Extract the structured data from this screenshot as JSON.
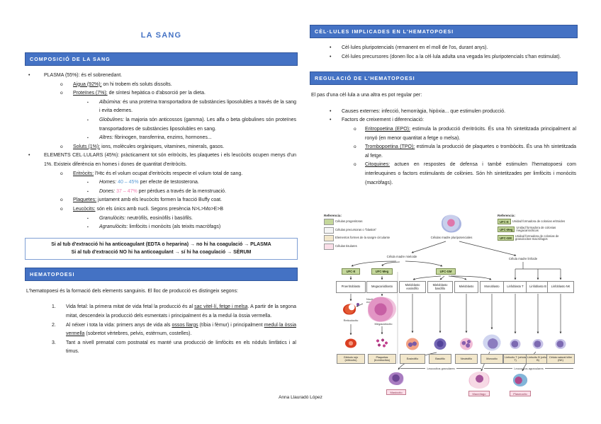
{
  "title": "LA SANG",
  "footer": "Anna Llauradó López",
  "colors": {
    "accent": "#4472c4",
    "homes_value": "#5b9bd5",
    "dones_value": "#ef7caf"
  },
  "left": {
    "h1": "COMPOSICIÓ DE LA SANG",
    "plasma": {
      "text": "PLASMA (55%): és el sobrenedant."
    },
    "aigua": {
      "lead": "Aigua (92%):",
      "rest": " on hi trobem els soluts dissolts."
    },
    "proteines": {
      "lead": "Proteïnes (7%):",
      "rest": " de síntesi hepàtica o d'absorció per la dieta."
    },
    "albumina": {
      "lead": "Albúmina:",
      "rest": " és una proteïna transportadora de substàncies liposolubles a través de la sang i evita edemes."
    },
    "globulines": {
      "lead": "Globulines:",
      "rest": " la majoria són anticossos (gamma). Les alfa o beta globulines són proteïnes transportadores de substàncies liposolubles en sang."
    },
    "altres": {
      "lead": "Altres:",
      "rest": " fibrinogen, transferrina, enzims, hormones..."
    },
    "soluts": {
      "lead": "Soluts (1%):",
      "rest": " ions, molècules orgàniques, vitamines, minerals, gasos."
    },
    "elements": {
      "text": "ELEMENTS CEL·LULARS (45%): pràcticament tot són eritròcits, les plaquetes i els leucòcits ocupen menys d'un 1%. Existeix diferència en homes i dones de quantitat d'eritròcits."
    },
    "eritrocits": {
      "lead": "Eritròcits:",
      "rest": " l'Htc és el volum ocupat d'eritròcits respecte el volum total de sang."
    },
    "homes": {
      "lead": "Homes:",
      "value": " 40 – 45%",
      "rest": " per efecte de testosterona."
    },
    "dones": {
      "lead": "Dones:",
      "value": " 37 – 47%",
      "rest": " per pèrdues a través de la menstruació."
    },
    "plaquetes": {
      "lead": "Plaquetes:",
      "rest": " juntament amb els leucòcits formen la fracció Buffy coat."
    },
    "leucocits": {
      "lead": "Leucòcits:",
      "rest": " són els únics amb nucli. Segons presència N>L>Mo>E>B"
    },
    "granulocits": {
      "lead": "Granulòcits:",
      "rest": " neutròfils, eosinòfils i basòfils."
    },
    "agranulocits": {
      "lead": "Agranulòcits:",
      "rest": " limfòcits i monòcits (als teixits macròfags)"
    },
    "note1": "Si al tub d'extracció hi ha anticoagulant (EDTA o heparina) → no hi ha coagulació → PLASMA",
    "note2": "Si al tub d'extracció NO hi ha anticoagulant → sí hi ha coagulació → SÈRUM",
    "h2": "HEMATOPOESI",
    "hema_intro": "L'hematopoesi és la formació dels elements sanguinis. El lloc de producció es distingeix segons:",
    "hema1": {
      "pre": "Vida fetal: la primera mitat de vida fetal la producció és al ",
      "u1": "sac vitel·lí, fetge i melsa",
      "post": ". A partir de la segona mitat, descendeix la producció dels esmentats i principalment és a la medul·la òssia vermella."
    },
    "hema2": {
      "pre": "Al néixer i tota la vida: primers anys de vida als ",
      "u1": "ossos llargs",
      "mid": " (tíbia i fèmur) i principalment ",
      "u2": "medul·la òssia vermella",
      "post": " (sobretot vèrtebres, pelvis, estèrnum, costelles)."
    },
    "hema3": {
      "pre": "Tant a nivell prenatal com postnatal es manté una producció de limfòcits en els nòduls limfàtics i al timus."
    }
  },
  "right": {
    "h1": "CÈL·LULES IMPLICADES EN L'HEMATOPOESI",
    "b1": "Cèl·lules pluripotencials (remanent en el moll de l'os, durant anys).",
    "b2": "Cèl·lules precursores (donen lloc a la cèl·lula adulta una vegada les pluripotencials s'han estimulat).",
    "h2": "REGULACIÓ DE L'HEMATOPOESI",
    "intro": "El pas d'una cèl·lula a una altra es pot regular per:",
    "causes": "Causes externes: infecció, hemorràgia, hipòxia... que estimulen producció.",
    "factors": "Factors de creixement i diferenciació:",
    "epo": {
      "lead": "Eritropoetina (EPO):",
      "rest": " estimula la producció d'eritròcits. És una hh sintetitzada principalment al ronyó (en menor quantitat a fetge o melsa)."
    },
    "tpo": {
      "lead": "Trombopoetina (TPO):",
      "rest": " estimula la producció de plaquetes o trombòcits. És una hh sintetitzada al fetge."
    },
    "cito": {
      "lead": "Citoquines:",
      "rest": " actuen en respostes de defensa i també estimulen l'hematopoesi com interleuquines o factors estimulants de colònies. Són hh sintetitzades per limfòcits i monòcits (macròfags)."
    }
  },
  "diagram": {
    "legend_left_title": "Referencia:",
    "legend_left": [
      {
        "label": "Células progenitoras",
        "color": "#c4d79b"
      },
      {
        "label": "Células precursoras o \"blastos\"",
        "color": "#f5f5f5"
      },
      {
        "label": "Elementos formes de la sangre circulante",
        "color": "#f2e7cb"
      },
      {
        "label": "Células tisulares",
        "color": "#fbdfe9"
      }
    ],
    "legend_right_title": "Referencia:",
    "legend_right": [
      {
        "chip": "UFC-E",
        "label": "Unidad formadora de colonias eritroides"
      },
      {
        "chip": "UFC-Meg",
        "label": "Unidad formadora de colonias megacariocíticas"
      },
      {
        "chip": "UFC-GM",
        "label": "Unidad formadora de colonias de granulocitos-macrófagos"
      }
    ],
    "root": "Células madre pluripotenciales",
    "mieloide": "Célula madre mieloide",
    "linfoide": "Célula madre linfoide",
    "ufc": [
      "UFC-E",
      "UFC-Meg",
      "UFC-GM"
    ],
    "blasts": [
      "Proeritroblasto",
      "Megacarioblasto",
      "Mieloblasto eosinófilo",
      "Mieloblasto basófilo",
      "Mieloblasto",
      "Monoblasto",
      "Linfoblasto T",
      "Linfoblasto B",
      "Linfoblasto NK"
    ],
    "nucleo": "Núcleo expulsado",
    "intermedios": [
      "Reticulocito",
      "Megacariocito"
    ],
    "finales": [
      "Glóbulo rojo (eritrocito)",
      "Plaquetas (trombocitos)",
      "Eosinófilo",
      "Basófilo",
      "Neutrófilo",
      "Monocito",
      "Linfocito T (célula T)",
      "Linfocito B (célula B)",
      "Célula natural killer (NK)"
    ],
    "grupos": [
      "Leucocitos granulares",
      "Leucocitos agranulares"
    ],
    "tisulares": [
      "Mastocito",
      "Macrófago",
      "Plasmocito"
    ]
  }
}
